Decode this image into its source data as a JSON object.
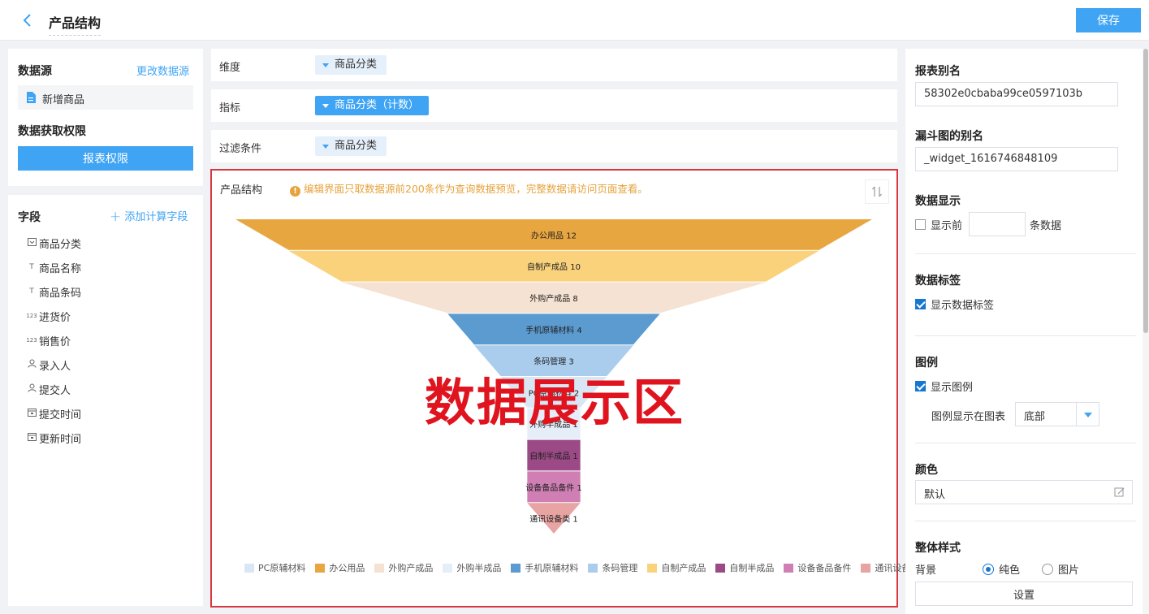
{
  "header": {
    "title": "产品结构",
    "save_label": "保存"
  },
  "datasource": {
    "title": "数据源",
    "change_label": "更改数据源",
    "item_label": "新增商品",
    "permission_title": "数据获取权限",
    "permission_button": "报表权限"
  },
  "fields": {
    "title": "字段",
    "add_label": "添加计算字段",
    "items": [
      {
        "label": "商品分类",
        "icon": "⊡"
      },
      {
        "label": "商品名称",
        "icon": "T"
      },
      {
        "label": "商品条码",
        "icon": "T"
      },
      {
        "label": "进货价",
        "icon": "123"
      },
      {
        "label": "销售价",
        "icon": "123"
      },
      {
        "label": "录入人",
        "icon": "person"
      },
      {
        "label": "提交人",
        "icon": "person"
      },
      {
        "label": "提交时间",
        "icon": "calendar"
      },
      {
        "label": "更新时间",
        "icon": "calendar"
      }
    ]
  },
  "config": {
    "dimension_label": "维度",
    "dimension_tag": "商品分类",
    "metric_label": "指标",
    "metric_tag": "商品分类（计数）",
    "filter_label": "过滤条件",
    "filter_tag": "商品分类"
  },
  "chart": {
    "title": "产品结构",
    "warning": "编辑界面只取数据源前200条作为查询数据预览，完整数据请访问页面查看。",
    "overlay_text": "数据展示区"
  },
  "chart_data": {
    "type": "funnel",
    "categories": [
      "办公用品",
      "自制产成品",
      "外购产成品",
      "手机原辅材料",
      "条码管理",
      "PC原辅材料",
      "外购半成品",
      "自制半成品",
      "设备备品备件",
      "通讯设备类"
    ],
    "values": [
      12,
      10,
      8,
      4,
      3,
      2,
      1,
      1,
      1,
      1
    ],
    "colors": [
      "#e8a640",
      "#fbd27c",
      "#f5e2d2",
      "#5b9bd0",
      "#aacdee",
      "#d9e6f3",
      "#e5eef8",
      "#9c4a86",
      "#cf7fb3",
      "#e8a3a3"
    ],
    "legend": [
      "PC原辅材料",
      "办公用品",
      "外购产成品",
      "外购半成品",
      "手机原辅材料",
      "条码管理",
      "自制产成品",
      "自制半成品",
      "设备备品备件",
      "通讯设备类"
    ],
    "legend_colors": [
      "#d9e6f3",
      "#e8a640",
      "#f5e2d2",
      "#e5eef8",
      "#5b9bd0",
      "#aacdee",
      "#fbd27c",
      "#9c4a86",
      "#cf7fb3",
      "#e8a3a3"
    ],
    "legend_position": "bottom"
  },
  "settings": {
    "alias_label": "报表别名",
    "alias_value": "58302e0cbaba99ce0597103b",
    "funnel_alias_label": "漏斗图的别名",
    "funnel_alias_value": "_widget_1616746848109",
    "data_display_label": "数据显示",
    "show_first_label": "显示前",
    "rows_label": "条数据",
    "data_label_title": "数据标签",
    "show_data_label": "显示数据标签",
    "legend_title": "图例",
    "show_legend": "显示图例",
    "legend_pos_label": "图例显示在图表",
    "legend_pos_value": "底部",
    "color_title": "颜色",
    "color_value": "默认",
    "style_title": "整体样式",
    "background_label": "背景",
    "bg_option_solid": "纯色",
    "bg_option_image": "图片",
    "set_button": "设置"
  }
}
